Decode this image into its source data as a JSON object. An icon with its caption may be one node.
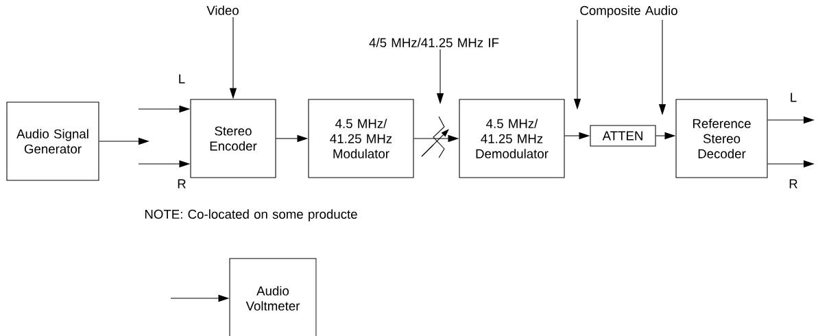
{
  "diagram": {
    "nodes": [
      {
        "text": [
          "Audio Signal Generator"
        ]
      },
      {
        "text": [
          "Stereo Encoder"
        ]
      },
      {
        "text": [
          "4.5 MHz/ 41.25 MHz Modulator"
        ]
      },
      {
        "text": [
          "4.5 MHz/ 41.25 MHz Demodulator"
        ]
      },
      {
        "text": [
          "ATTEN"
        ]
      },
      {
        "text": [
          "Reference Stereo Decoder"
        ]
      },
      {
        "text": [
          "Audio Voltmeter"
        ]
      },
      {
        "text": [
          "Video"
        ]
      },
      {
        "text": [
          "4/5 MHz/41.25 MHz IF"
        ]
      },
      {
        "text": [
          "Composite Audio"
        ]
      }
    ],
    "edges": [
      {
        "from": 0,
        "to": null,
        "arrow": "to"
      },
      {
        "from": null,
        "to": 1,
        "arrow": "to",
        "label": "L"
      },
      {
        "from": null,
        "to": 1,
        "arrow": "to",
        "label": "R"
      },
      {
        "from": 7,
        "to": 1,
        "arrow": "to"
      },
      {
        "from": 1,
        "to": 2,
        "arrow": "to"
      },
      {
        "from": 2,
        "to": 3,
        "arrow": "to"
      },
      {
        "from": 8,
        "to": null,
        "arrow": "to"
      },
      {
        "from": 3,
        "to": 4,
        "arrow": "to"
      },
      {
        "from": 9,
        "to": null,
        "arrow": "to"
      },
      {
        "from": 4,
        "to": 5,
        "arrow": "to"
      },
      {
        "from": 9,
        "to": null,
        "arrow": "to"
      },
      {
        "from": 5,
        "to": null,
        "arrow": "to",
        "label": "L"
      },
      {
        "from": 5,
        "to": null,
        "arrow": "to",
        "label": "R"
      },
      {
        "from": null,
        "to": 6,
        "arrow": "to"
      }
    ],
    "labels": [
      "NOTE: Co-located on some producte"
    ]
  }
}
